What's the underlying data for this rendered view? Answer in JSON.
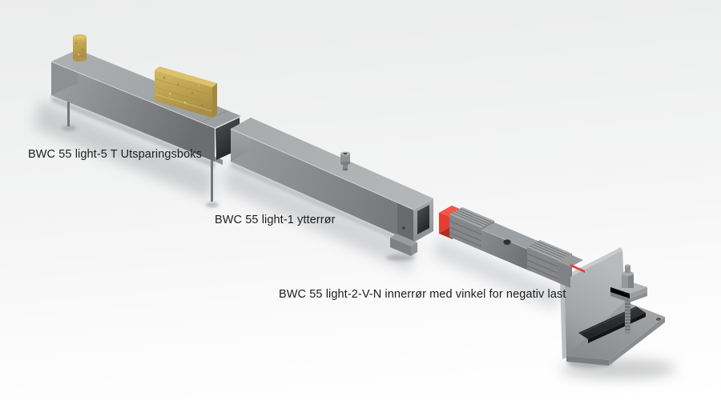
{
  "scene": {
    "type": "3d-product-render-exploded-view",
    "background_top": "#ebecec",
    "background_bottom": "#ffffff",
    "label_text_color": "#1d1d1d"
  },
  "parts": [
    {
      "id": "utsparingsboks",
      "label": "BWC 55 light-5 T Utsparingsboks",
      "body_color": "#9b9da0",
      "insulation_color": "#c9ab52"
    },
    {
      "id": "ytterror",
      "label": "BWC 55 light-1 ytterrør",
      "body_color": "#9b9da0"
    },
    {
      "id": "innerror-med-vinkel",
      "label": "BWC 55 light-2-V-N innerrør med vinkel for negativ last",
      "body_color": "#939598",
      "accent_color": "#e8392e",
      "pad_color": "#2b2d2f"
    }
  ]
}
